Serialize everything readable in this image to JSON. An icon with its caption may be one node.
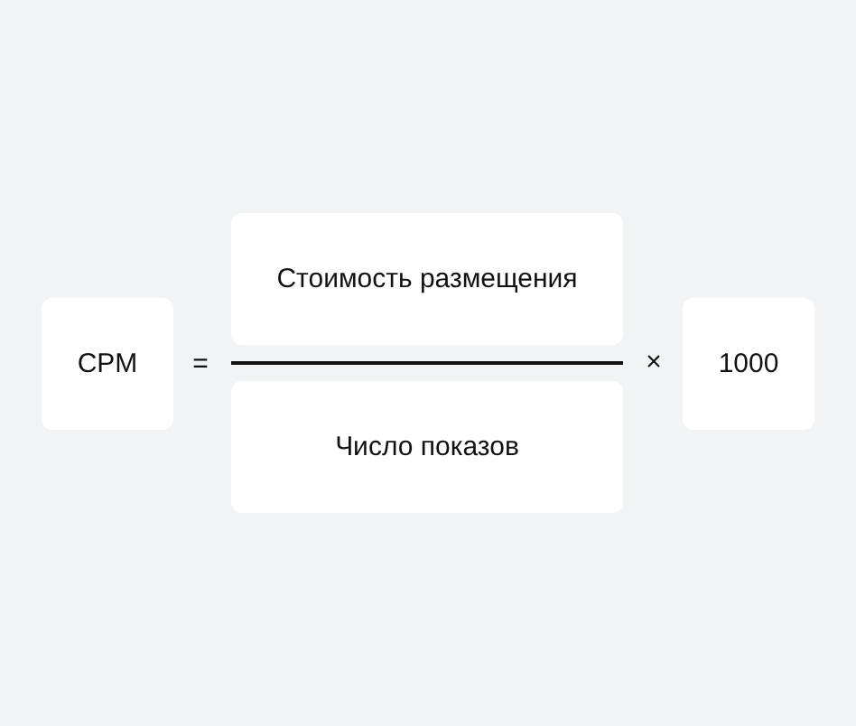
{
  "diagram": {
    "nodes": [
      {
        "text": [
          "CPM"
        ]
      },
      {
        "text": [
          "Стоимость размещения"
        ]
      },
      {
        "text": [
          "Число показов"
        ]
      },
      {
        "text": [
          "1000"
        ]
      }
    ],
    "labels": [
      "=",
      "×"
    ]
  }
}
